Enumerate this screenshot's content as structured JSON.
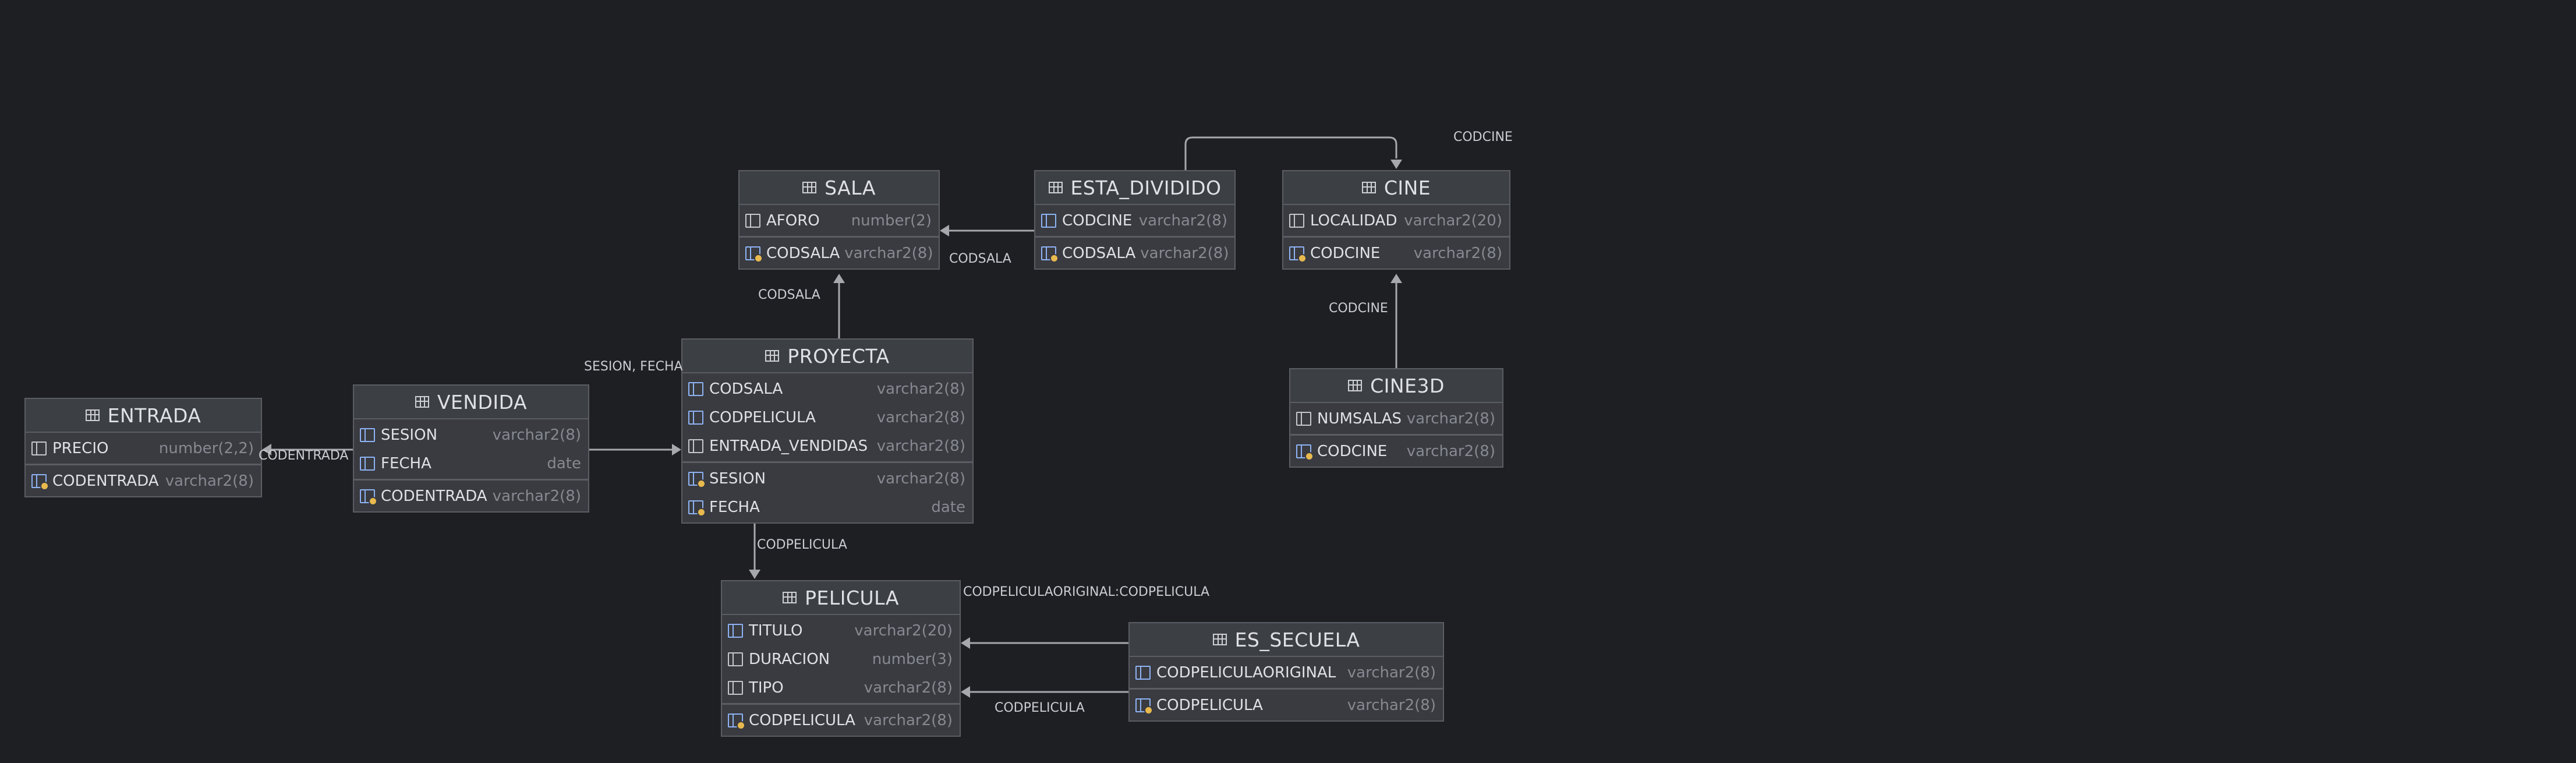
{
  "tables": [
    {
      "id": "SALA",
      "title": "SALA",
      "sections": [
        [
          {
            "name": "AFORO",
            "type": "number(2)",
            "icon": "column"
          }
        ],
        [
          {
            "name": "CODSALA",
            "type": "varchar2(8)",
            "icon": "primary-key"
          }
        ]
      ]
    },
    {
      "id": "ESTA_DIVIDIDO",
      "title": "ESTA_DIVIDIDO",
      "sections": [
        [
          {
            "name": "CODCINE",
            "type": "varchar2(8)",
            "icon": "foreign-key"
          }
        ],
        [
          {
            "name": "CODSALA",
            "type": "varchar2(8)",
            "icon": "primary-key"
          }
        ]
      ]
    },
    {
      "id": "CINE",
      "title": "CINE",
      "sections": [
        [
          {
            "name": "LOCALIDAD",
            "type": "varchar2(20)",
            "icon": "column"
          }
        ],
        [
          {
            "name": "CODCINE",
            "type": "varchar2(8)",
            "icon": "primary-key"
          }
        ]
      ]
    },
    {
      "id": "PROYECTA",
      "title": "PROYECTA",
      "sections": [
        [
          {
            "name": "CODSALA",
            "type": "varchar2(8)",
            "icon": "foreign-key"
          },
          {
            "name": "CODPELICULA",
            "type": "varchar2(8)",
            "icon": "foreign-key"
          },
          {
            "name": "ENTRADA_VENDIDAS",
            "type": "varchar2(8)",
            "icon": "column"
          }
        ],
        [
          {
            "name": "SESION",
            "type": "varchar2(8)",
            "icon": "primary-key"
          },
          {
            "name": "FECHA",
            "type": "date",
            "icon": "primary-key"
          }
        ]
      ]
    },
    {
      "id": "ENTRADA",
      "title": "ENTRADA",
      "sections": [
        [
          {
            "name": "PRECIO",
            "type": "number(2,2)",
            "icon": "column"
          }
        ],
        [
          {
            "name": "CODENTRADA",
            "type": "varchar2(8)",
            "icon": "primary-key"
          }
        ]
      ]
    },
    {
      "id": "VENDIDA",
      "title": "VENDIDA",
      "sections": [
        [
          {
            "name": "SESION",
            "type": "varchar2(8)",
            "icon": "foreign-key"
          },
          {
            "name": "FECHA",
            "type": "date",
            "icon": "foreign-key"
          }
        ],
        [
          {
            "name": "CODENTRADA",
            "type": "varchar2(8)",
            "icon": "primary-key"
          }
        ]
      ]
    },
    {
      "id": "CINE3D",
      "title": "CINE3D",
      "sections": [
        [
          {
            "name": "NUMSALAS",
            "type": "varchar2(8)",
            "icon": "column"
          }
        ],
        [
          {
            "name": "CODCINE",
            "type": "varchar2(8)",
            "icon": "primary-key"
          }
        ]
      ]
    },
    {
      "id": "PELICULA",
      "title": "PELICULA",
      "sections": [
        [
          {
            "name": "TITULO",
            "type": "varchar2(20)",
            "icon": "foreign-key"
          },
          {
            "name": "DURACION",
            "type": "number(3)",
            "icon": "column"
          },
          {
            "name": "TIPO",
            "type": "varchar2(8)",
            "icon": "column"
          }
        ],
        [
          {
            "name": "CODPELICULA",
            "type": "varchar2(8)",
            "icon": "primary-key"
          }
        ]
      ]
    },
    {
      "id": "ES_SECUELA",
      "title": "ES_SECUELA",
      "sections": [
        [
          {
            "name": "CODPELICULAORIGINAL",
            "type": "varchar2(8)",
            "icon": "foreign-key"
          }
        ],
        [
          {
            "name": "CODPELICULA",
            "type": "varchar2(8)",
            "icon": "primary-key"
          }
        ]
      ]
    }
  ],
  "edges": [
    {
      "from": "ESTA_DIVIDIDO",
      "to": "SALA",
      "label": "CODSALA"
    },
    {
      "from": "ESTA_DIVIDIDO",
      "to": "CINE",
      "label": "CODCINE"
    },
    {
      "from": "PROYECTA",
      "to": "SALA",
      "label": "CODSALA"
    },
    {
      "from": "CINE3D",
      "to": "CINE",
      "label": "CODCINE"
    },
    {
      "from": "VENDIDA",
      "to": "ENTRADA",
      "label": "CODENTRADA"
    },
    {
      "from": "VENDIDA",
      "to": "PROYECTA",
      "label": "SESION, FECHA"
    },
    {
      "from": "PROYECTA",
      "to": "PELICULA",
      "label": "CODPELICULA"
    },
    {
      "from": "ES_SECUELA",
      "to": "PELICULA",
      "label": "CODPELICULAORIGINAL:CODPELICULA"
    },
    {
      "from": "ES_SECUELA",
      "to": "PELICULA",
      "label": "CODPELICULA"
    }
  ],
  "icon_names": {
    "table": "table-grid-icon",
    "column": "column-icon",
    "foreign-key": "foreign-key-column-icon",
    "primary-key": "primary-key-column-icon"
  },
  "colors": {
    "background": "#1e1f22",
    "table_fill": "#393b40",
    "border": "#5a5d63",
    "text": "#dfe1e5",
    "type_text": "#868991",
    "edge": "#a6a8ad",
    "key_icon": "#8fb3f5"
  }
}
